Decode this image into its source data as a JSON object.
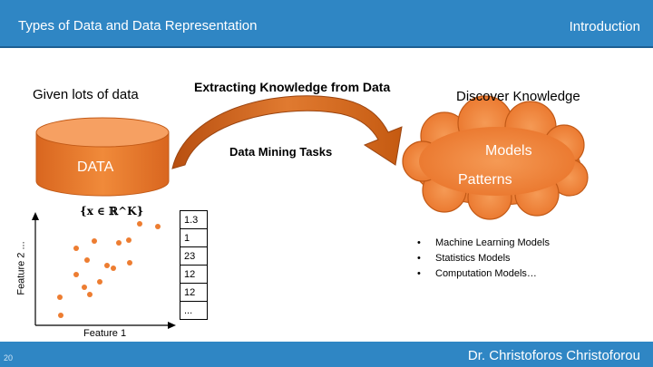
{
  "header": {
    "title": "Types of Data and Data Representation",
    "section": "Introduction"
  },
  "footer": {
    "author": "Dr. Christoforos Christoforou",
    "page_number": "20"
  },
  "slide": {
    "given_label": "Given lots of data",
    "extract_label": "Extracting Knowledge from Data",
    "discover_label": "Discover Knowledge",
    "data_label": "DATA",
    "tasks_label": "Data Mining Tasks",
    "cloud_models": "Models",
    "cloud_patterns": "Patterns",
    "set_notation": "{x ∈ ℝ^K}",
    "feature_x": "Feature 1",
    "feature_y": "Feature 2 ...",
    "vector_values": [
      "1.3",
      "1",
      "23",
      "12",
      "12",
      "..."
    ],
    "model_types": [
      "Machine Learning Models",
      "Statistics Models",
      "Computation Models…"
    ]
  },
  "colors": {
    "accent": "#2f86c4",
    "data_orange": "#ed7d31",
    "arrow_orange": "#c55a11"
  }
}
